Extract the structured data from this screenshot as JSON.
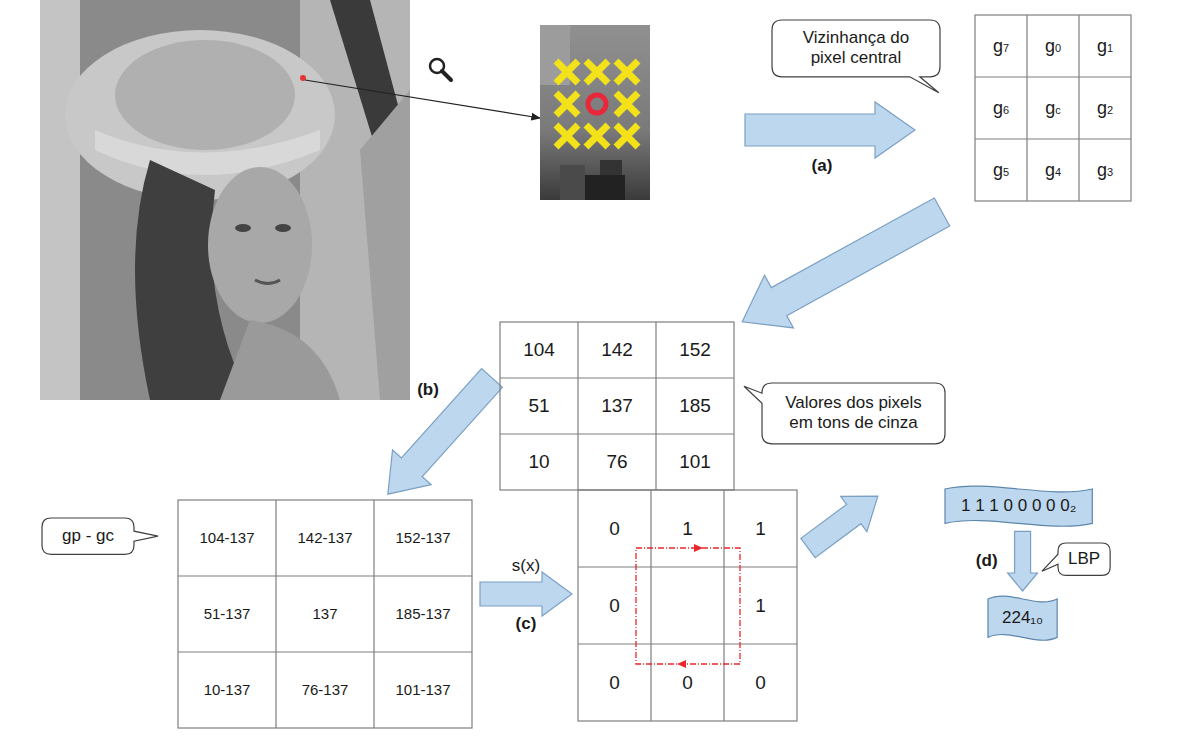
{
  "diagram": {
    "nodes": [
      {
        "text": [
          "Vizinhança do pixel central"
        ]
      },
      {
        "text": [
          "Valores dos pixels em tons de cinza"
        ]
      },
      {
        "text": [
          "gp - gc"
        ]
      },
      {
        "text": [
          "1 1 1 0 0 0 0 0₂"
        ]
      },
      {
        "text": [
          "LBP"
        ]
      },
      {
        "text": [
          "224₁₀"
        ]
      }
    ],
    "edges": [
      {
        "from": 3,
        "to": 5,
        "arrow": "to",
        "label": "(d)"
      }
    ],
    "labels": [
      "g7",
      "g0",
      "g1",
      "g6",
      "gc",
      "g2",
      "g5",
      "g4",
      "g3",
      "(a)",
      "104",
      "142",
      "152",
      "51",
      "137",
      "185",
      "10",
      "76",
      "101",
      "(b)",
      "104-137",
      "142-137",
      "152-137",
      "51-137",
      "137",
      "185-137",
      "10-137",
      "76-137",
      "101-137",
      "s(x)",
      "(c)",
      "0",
      "1",
      "1",
      "0",
      "1",
      "0",
      "0",
      "0"
    ]
  }
}
